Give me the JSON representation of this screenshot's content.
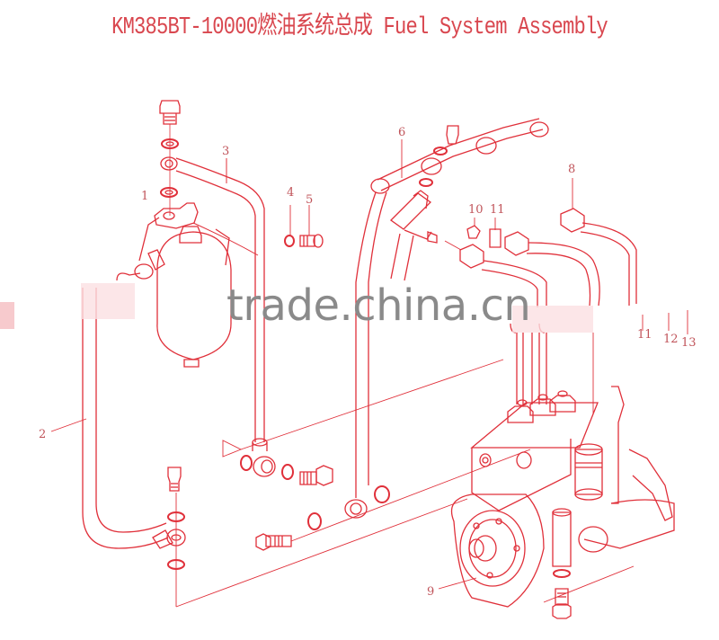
{
  "title": "KM385BT-10000燃油系统总成 Fuel System Assembly",
  "colors": {
    "line": "#e0303a",
    "title": "#d9474f",
    "callout": "#c0545a",
    "watermark": "#8a8a8a",
    "background": "#ffffff"
  },
  "watermark": "trade.china.cn",
  "callouts": [
    {
      "id": "1",
      "label": "1"
    },
    {
      "id": "2",
      "label": "2"
    },
    {
      "id": "3",
      "label": "3"
    },
    {
      "id": "4",
      "label": "4"
    },
    {
      "id": "5",
      "label": "5"
    },
    {
      "id": "6",
      "label": "6"
    },
    {
      "id": "8",
      "label": "8"
    },
    {
      "id": "9",
      "label": "9"
    },
    {
      "id": "10",
      "label": "10"
    },
    {
      "id": "11a",
      "label": "11"
    },
    {
      "id": "11b",
      "label": "11"
    },
    {
      "id": "12",
      "label": "12"
    },
    {
      "id": "13",
      "label": "13"
    }
  ],
  "parts": [
    {
      "id": "fuel-filter",
      "callout": "1"
    },
    {
      "id": "fuel-pipe-filter-to-pump",
      "callout": "2"
    },
    {
      "id": "fuel-pipe-filter-outlet",
      "callout": "3"
    },
    {
      "id": "washer",
      "callout": "4"
    },
    {
      "id": "bolt",
      "callout": "5"
    },
    {
      "id": "return-pipe",
      "callout": "6"
    },
    {
      "id": "high-pressure-pipes",
      "callout": "8"
    },
    {
      "id": "injection-pump",
      "callout": "9"
    },
    {
      "id": "nut",
      "callout": "10"
    },
    {
      "id": "clamp",
      "callout": "11"
    }
  ]
}
